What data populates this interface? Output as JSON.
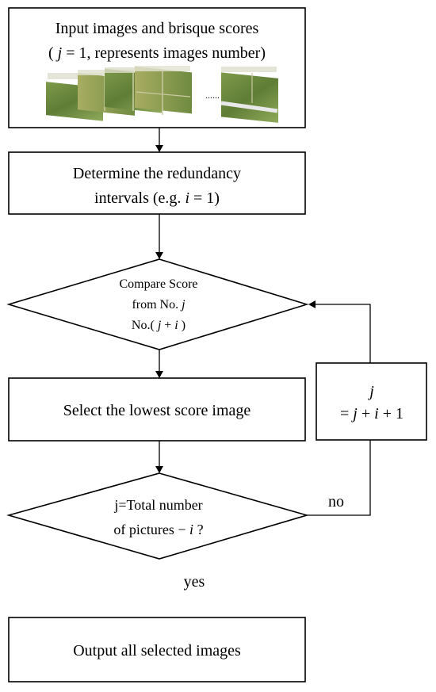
{
  "nodes": {
    "input": {
      "line1": "Input images and brisque scores",
      "line2": {
        "open": "( ",
        "var": "j",
        "rest": " = 1, represents images number)"
      },
      "thumbnail_ellipsis": "......"
    },
    "determine": {
      "line1": "Determine the redundancy",
      "line2": {
        "text": "intervals (e.g. ",
        "var": "i",
        "rest": " = 1)"
      }
    },
    "compare": {
      "line1": "Compare Score",
      "line2": {
        "text": "from No. ",
        "var": "j"
      },
      "line3": {
        "text": "No.( ",
        "var1": "j",
        "plus": " + ",
        "var2": "i",
        "close": " )"
      }
    },
    "select": {
      "label": "Select the lowest score image"
    },
    "increment": {
      "line1": {
        "var": "j"
      },
      "line2": {
        "eq": "= ",
        "var1": "j",
        "plus1": " + ",
        "var2": "i",
        "rest": " + 1"
      }
    },
    "decision": {
      "line1": "j=Total number",
      "line2": {
        "text": "of pictures − ",
        "var": "i",
        "rest": " ?"
      }
    },
    "output": {
      "label": "Output all selected images"
    }
  },
  "edges": {
    "no_label": "no",
    "yes_label": "yes"
  }
}
